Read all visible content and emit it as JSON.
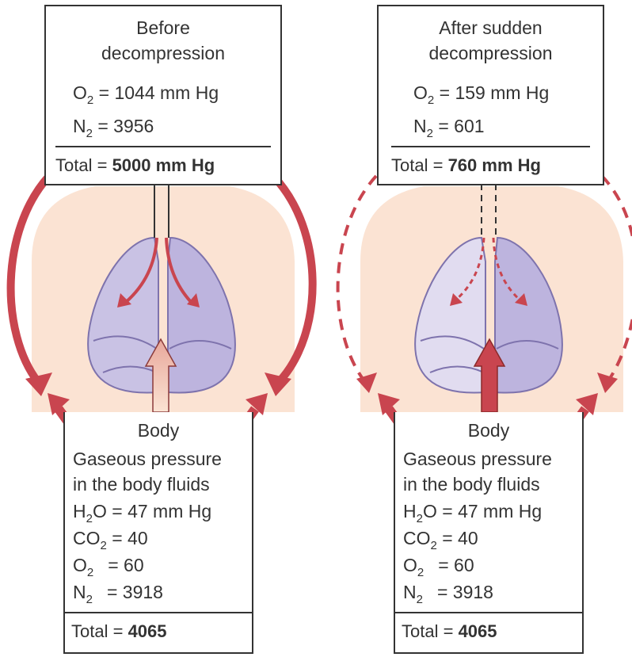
{
  "left": {
    "top_box": {
      "title1": "Before",
      "title2": "decompression",
      "o2_value": "= 1044 mm Hg",
      "n2_value": "= 3956",
      "total_label": "Total =",
      "total_value": "5000 mm Hg"
    },
    "body_box": {
      "heading": "Body",
      "line1": "Gaseous pressure",
      "line2": "in the body fluids",
      "h2o_value": "= 47 mm Hg",
      "co2_value": "= 40",
      "o2_value": "= 60",
      "n2_value": "= 3918",
      "total_label": "Total =",
      "total_value": "4065"
    }
  },
  "right": {
    "top_box": {
      "title1": "After sudden",
      "title2": "decompression",
      "o2_value": "= 159 mm Hg",
      "n2_value": "= 601",
      "total_label": "Total =",
      "total_value": "760 mm Hg"
    },
    "body_box": {
      "heading": "Body",
      "line1": "Gaseous pressure",
      "line2": "in the body fluids",
      "h2o_value": "= 47 mm Hg",
      "co2_value": "= 40",
      "o2_value": "= 60",
      "n2_value": "= 3918",
      "total_label": "Total =",
      "total_value": "4065"
    }
  },
  "colors": {
    "arrow": "#c9454f",
    "body_silhouette": "#fbe3d3",
    "lung_fill": "#c9c2e4",
    "lung_stroke": "#7e73ad",
    "box_border": "#333333"
  },
  "icons": [
    "person-silhouette",
    "lungs-icon",
    "arrow"
  ]
}
